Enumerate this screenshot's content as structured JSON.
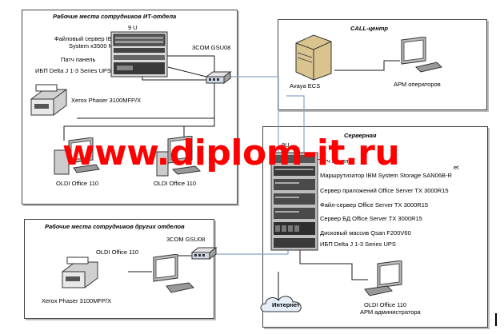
{
  "it_dept": {
    "title": "Рабочие места сотрудников ИТ-отдела",
    "rack_height": "9 U",
    "file_server": "Файловый сервер IBM\nSystem x3500 M3",
    "patch_panel": "Патч панель",
    "ups": "ИБП Delta J 1-3 Series UPS",
    "switch": "3COM GSU08",
    "printer": "Xerox Phaser 3100MFP/X",
    "pc1": "OLDI Office 110",
    "pc2": "OLDI Office 110"
  },
  "call_center": {
    "title": "CALL-центр",
    "server": "Avaya ECS",
    "operators": "АРМ операторов"
  },
  "other_depts": {
    "title": "Рабочие места сотрудников других отделов",
    "switch": "3COM GSU08",
    "pc": "OLDI Office 110",
    "printer": "Xerox Phaser 3100MFP/X"
  },
  "server_room": {
    "title": "Серверная",
    "rack_height": "9U",
    "patch_panel": "Патч панель",
    "extra": "et",
    "router": "Маршрутизатор IBM System Storage SAN06B-R",
    "app_server": "Сервер приложений Office Server TX 3000R15",
    "file_server": "Файл-сервер Office Server TX 3000R15",
    "db_server": "Сервер БД  Office Server TX 3000R15",
    "disk_array": "Дисковый массив Qsan F200V60",
    "ups": "ИБП Delta J 1-3 Series UPS",
    "internet": "Интернет",
    "admin_pc": "OLDI Office 110",
    "admin_role": "АРМ администратора"
  },
  "watermark": "www.diplom-it.ru",
  "colors": {
    "wire": "#1a1a1a",
    "link": "#8aa4c8",
    "watermark": "#ff0000"
  }
}
